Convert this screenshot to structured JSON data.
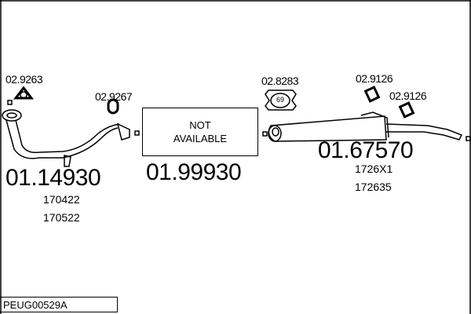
{
  "parts": {
    "gasket1": "02.9263",
    "gasket2": "02.9267",
    "clamp": "02.8283",
    "clamp_size": "69",
    "rubber1": "02.9126",
    "rubber2": "02.9126",
    "front_pipe": {
      "number": "01.14930",
      "refs": [
        "170422",
        "170522"
      ]
    },
    "middle": {
      "number": "01.99930",
      "note": "NOT AVAILABLE"
    },
    "rear_silencer": {
      "number": "01.67570",
      "refs": [
        "1726X1",
        "172635"
      ]
    }
  },
  "diagram_code": "PEUG00529A"
}
